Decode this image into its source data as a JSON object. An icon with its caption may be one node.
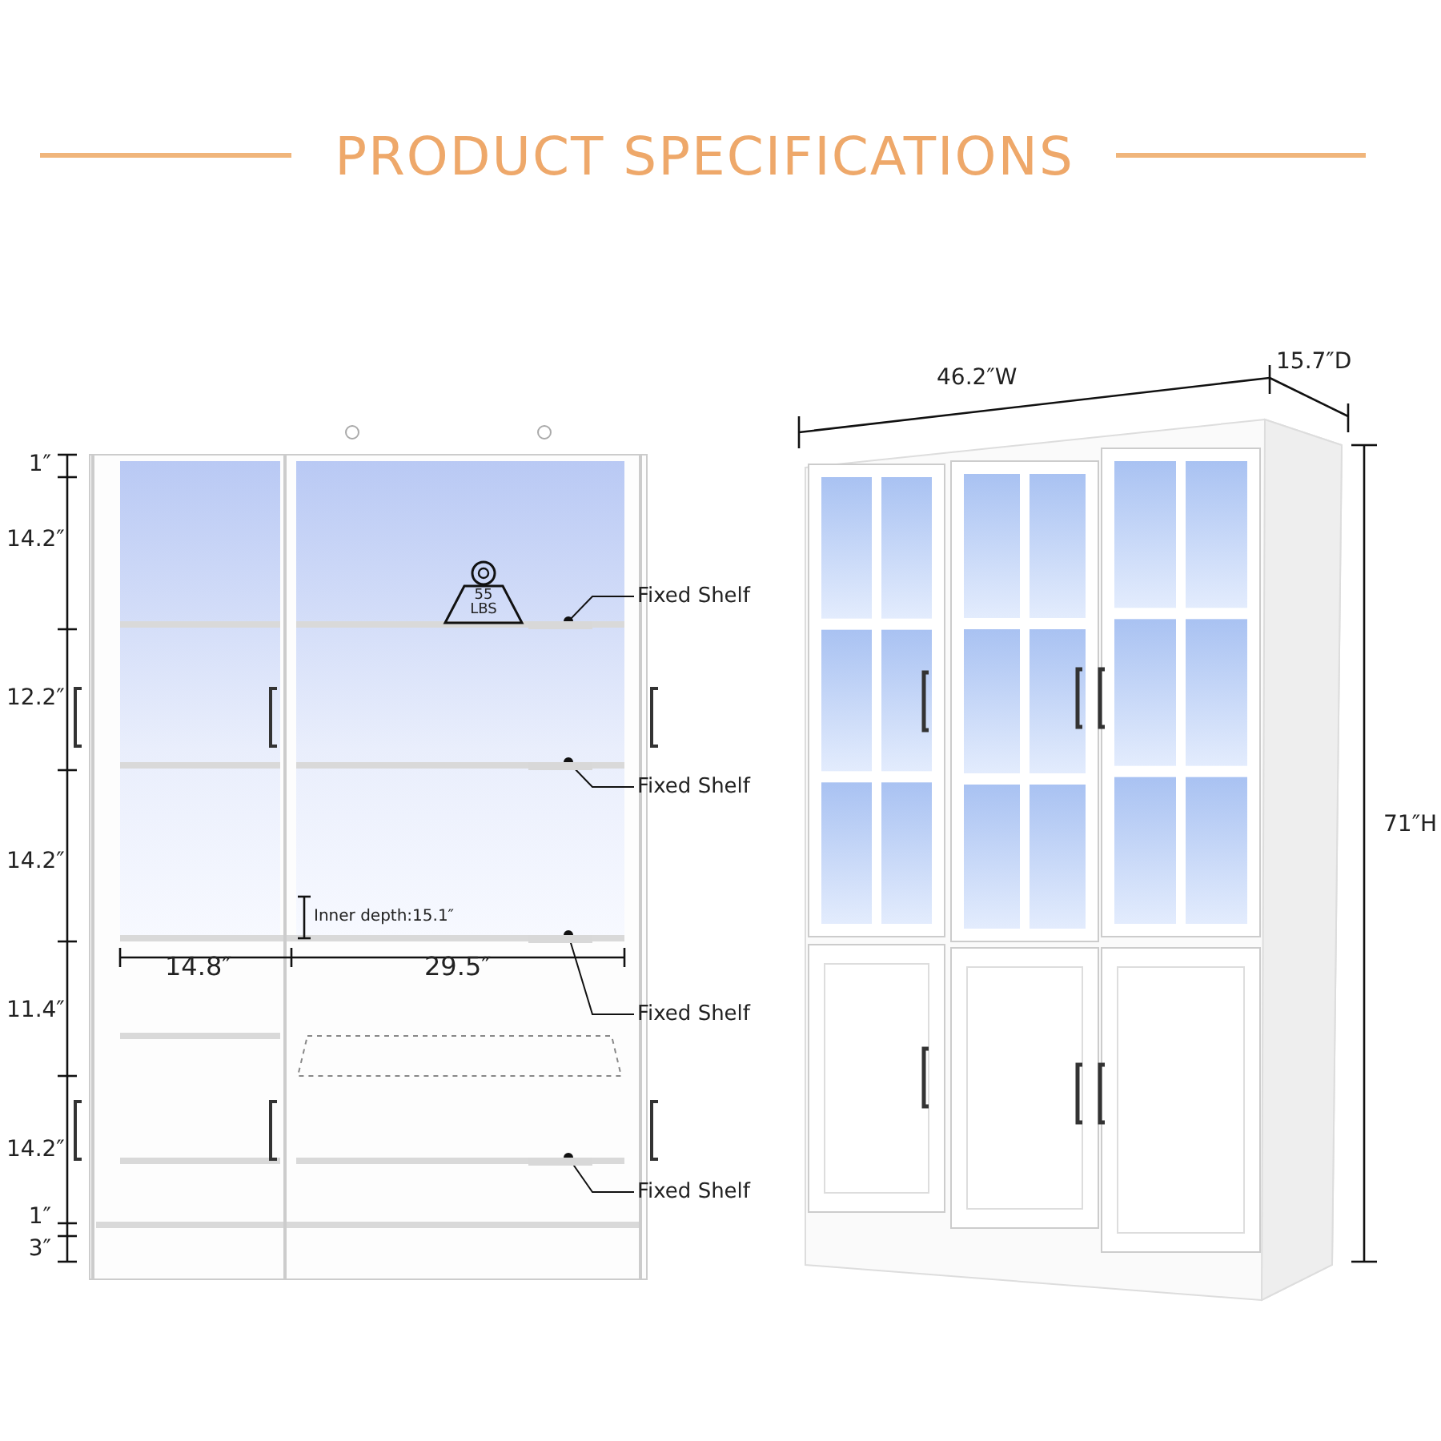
{
  "diagram": {
    "title": "PRODUCT SPECIFICATIONS",
    "nodes": [
      {
        "text": [
          "Fixed Shelf"
        ]
      },
      {
        "text": [],
        "shape": "bar"
      },
      {
        "text": [
          "Fixed Shelf"
        ]
      },
      {
        "text": [],
        "shape": "bar"
      },
      {
        "text": [
          "Fixed Shelf"
        ]
      },
      {
        "text": [],
        "shape": "bar"
      },
      {
        "text": [
          "Fixed Shelf"
        ]
      },
      {
        "text": [],
        "shape": "bar"
      }
    ],
    "edges": [
      {
        "from": 0,
        "to": 1,
        "arrow": "other"
      },
      {
        "from": 2,
        "to": 3,
        "arrow": "other"
      },
      {
        "from": 4,
        "to": 5,
        "arrow": "other"
      },
      {
        "from": 6,
        "to": 7,
        "arrow": "other"
      }
    ],
    "labels": [
      "1″",
      "14.2″",
      "55 LBS",
      "12.2″",
      "14.2″",
      "Inner depth:15.1″",
      "14.8″",
      "29.5″",
      "11.4″",
      "14.2″",
      "1″",
      "3″",
      "46.2″W",
      "15.7″D",
      "71″H"
    ]
  }
}
